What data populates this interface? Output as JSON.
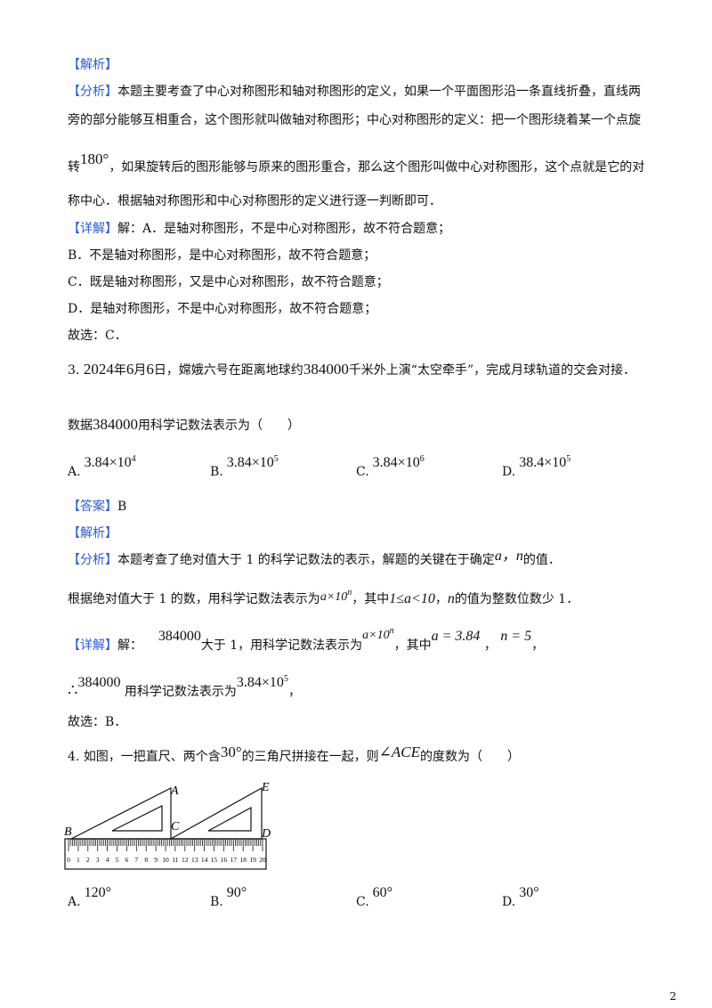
{
  "q2": {
    "jiexi": "【解析】",
    "fenxi_tag": "【分析】",
    "fenxi_1": "本题主要考查了中心对称图形和轴对称图形的定义，如果一个平面图形沿一条直线折叠，直线两",
    "fenxi_2": "旁的部分能够互相重合，这个图形就叫做轴对称图形；中心对称图形的定义：把一个图形绕着某一个点旋",
    "fenxi_3a": "转",
    "fenxi_3m": "180°",
    "fenxi_3b": "，如果旋转后的图形能够与原来的图形重合，那么这个图形叫做中心对称图形，这个点就是它的对",
    "fenxi_4": "称中心．根据轴对称图形和中心对称图形的定义进行逐一判断即可．",
    "xiangjie_tag": "【详解】",
    "xiangjie_1": "解：A．是轴对称图形，不是中心对称图形，故不符合题意；",
    "line_b": "B．不是轴对称图形，是中心对称图形，故不符合题意；",
    "line_c": "C．既是轴对称图形，又是中心对称图形，故不符合题意；",
    "line_d": "D．是轴对称图形，不是中心对称图形，故不符合题意；",
    "answer": "故选：C．"
  },
  "q3": {
    "num": "3.",
    "year": "2024",
    "stem_a": "年",
    "month": "6",
    "stem_b": "月",
    "day": "6",
    "stem_c": "日，嫦娥六号在距离地球约",
    "dist": "384000",
    "stem_d": "千米外上演“太空牵手”，完成月球轨道的交会对接．",
    "stem2_a": "数据",
    "stem2_m": "384000",
    "stem2_b": "用科学记数法表示为（　　）",
    "options": [
      {
        "label": "A.",
        "base": "3.84×10",
        "exp": "4"
      },
      {
        "label": "B.",
        "base": "3.84×10",
        "exp": "5"
      },
      {
        "label": "C.",
        "base": "3.84×10",
        "exp": "6"
      },
      {
        "label": "D.",
        "base": "38.4×10",
        "exp": "5"
      }
    ],
    "daan_tag": "【答案】",
    "daan": "B",
    "jiexi": "【解析】",
    "fenxi_tag": "【分析】",
    "fenxi_a": "本题考查了绝对值大于 1 的科学记数法的表示，解题的关键在于确定",
    "fenxi_m": "a，n",
    "fenxi_b": "的值．",
    "rule_a": "根据绝对值大于 1 的数，用科学记数法表示为",
    "rule_m1": "a×10",
    "rule_m1_exp": "n",
    "rule_b": "，其中",
    "rule_m2": "1≤a<10",
    "rule_c": "，",
    "rule_m3": "n",
    "rule_d": "的值为整数位数少 1．",
    "xiangjie_tag": "【详解】",
    "xj_a": "解：",
    "xj_m1": "384000",
    "xj_b": "大于 1，用科学记数法表示为",
    "xj_m2": "a×10",
    "xj_m2_exp": "n",
    "xj_c": "，其中",
    "xj_m3": "a = 3.84",
    "xj_d": "，",
    "xj_m4": "n = 5",
    "xj_e": "，",
    "therefore": "∴",
    "th_m1": "384000",
    "th_a": "用科学记数法表示为",
    "th_m2": "3.84×10",
    "th_m2_exp": "5",
    "th_b": "，",
    "answer": "故选：B．"
  },
  "q4": {
    "num": "4.",
    "stem_a": "如图，一把直尺、两个含",
    "stem_m1": "30°",
    "stem_b": "的三角尺拼接在一起，则",
    "stem_m2": "∠ACE",
    "stem_c": "的度数为（　　）",
    "figure": {
      "labels": [
        "A",
        "B",
        "C",
        "D",
        "E"
      ],
      "ruler_ticks": [
        "0",
        "1",
        "2",
        "3",
        "4",
        "5",
        "6",
        "7",
        "8",
        "9",
        "10",
        "11",
        "12",
        "13",
        "14",
        "15",
        "16",
        "17",
        "18",
        "19",
        "20"
      ]
    },
    "options": [
      {
        "label": "A.",
        "value": "120°"
      },
      {
        "label": "B.",
        "value": "90°"
      },
      {
        "label": "C.",
        "value": "60°"
      },
      {
        "label": "D.",
        "value": "30°"
      }
    ]
  },
  "page_number": "2",
  "colors": {
    "tag_blue": "#2a5bd7",
    "text": "#111111"
  }
}
